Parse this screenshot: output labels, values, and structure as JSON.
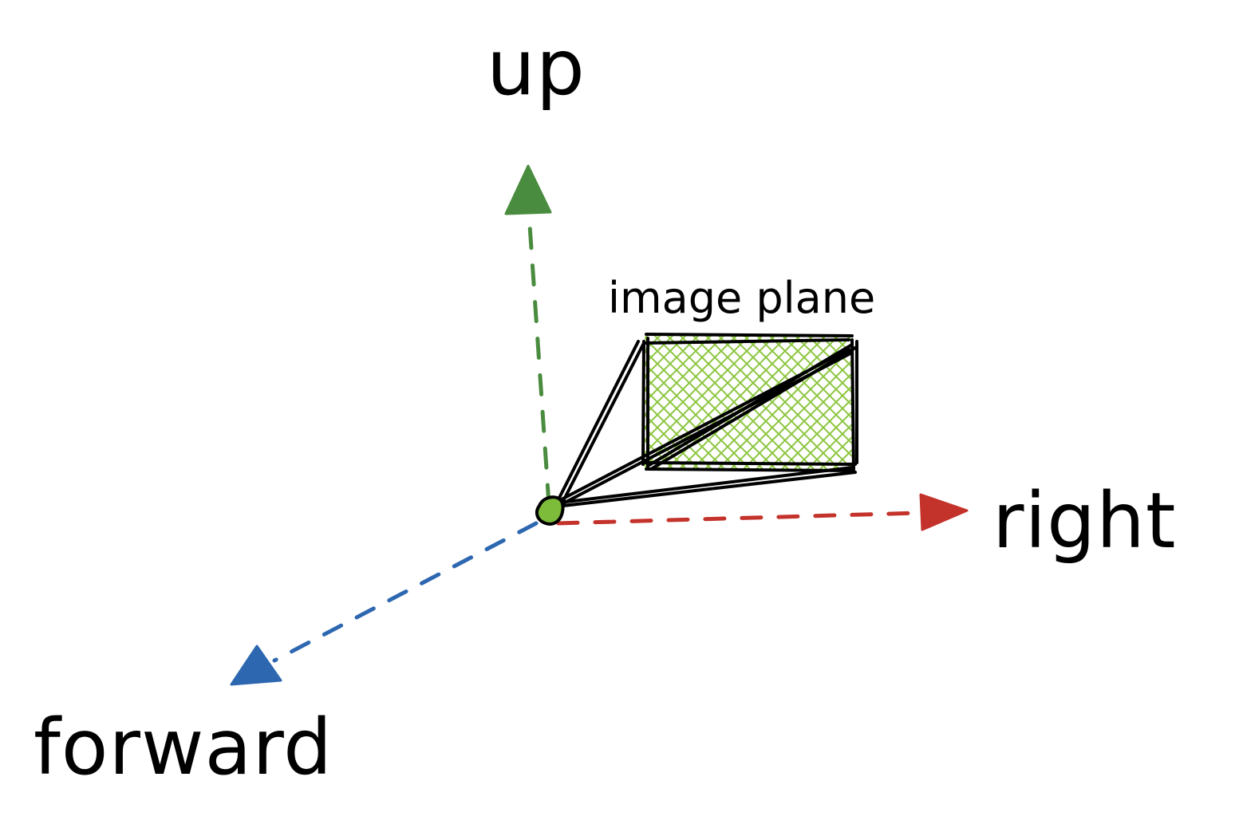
{
  "labels": {
    "up": "up",
    "right": "right",
    "forward": "forward",
    "image_plane": "image plane"
  },
  "colors": {
    "up_axis": "#4a8c3f",
    "right_axis": "#c4332b",
    "forward_axis": "#2d67b0",
    "plane_fill": "#8cc63f",
    "camera_dot": "#7dbb3a",
    "ink": "#000000",
    "background": "#ffffff"
  },
  "icons": {
    "camera": "camera-origin-dot",
    "axis_head": "triangle-arrowhead"
  }
}
